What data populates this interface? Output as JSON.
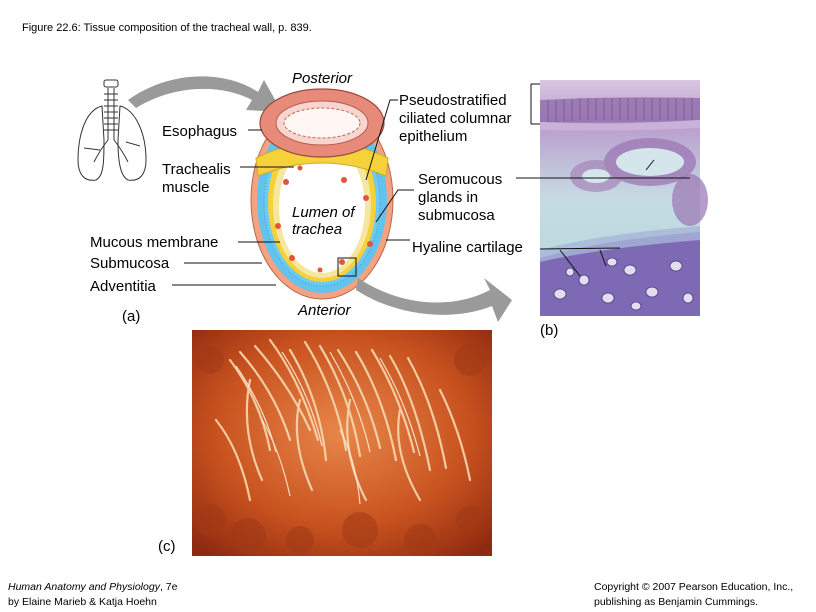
{
  "figure": {
    "title": "Figure 22.6: Tissue composition of the tracheal wall, p. 839."
  },
  "panel_a": {
    "tag": "(a)",
    "posterior": "Posterior",
    "anterior": "Anterior",
    "esophagus": "Esophagus",
    "trachealis_line1": "Trachealis",
    "trachealis_line2": "muscle",
    "lumen_line1": "Lumen of",
    "lumen_line2": "trachea",
    "mucous_membrane": "Mucous membrane",
    "submucosa": "Submucosa",
    "adventitia": "Adventitia"
  },
  "panel_b": {
    "tag": "(b)",
    "pseudo_line1": "Pseudostratified",
    "pseudo_line2": "ciliated columnar",
    "pseudo_line3": "epithelium",
    "sero_line1": "Seromucous",
    "sero_line2": "glands in",
    "sero_line3": "submucosa",
    "hyaline": "Hyaline cartilage"
  },
  "panel_c": {
    "tag": "(c)"
  },
  "footer": {
    "book_title": "Human Anatomy and Physiology",
    "book_edition": ", 7e",
    "authors": "by Elaine Marieb & Katja Hoehn",
    "copyright_line1": "Copyright © 2007 Pearson Education, Inc.,",
    "copyright_line2": "publishing as Benjamin Cummings."
  },
  "colors": {
    "esophagus": "#e88a7a",
    "trachealis": "#f5d13a",
    "mucosa": "#f6e7a0",
    "cartilage": "#63c3ef",
    "adventitia": "#f4a27f",
    "arrow": "#9a9a9a",
    "histology_bg": "#b8d2dc",
    "sem_bg": "#c2451e"
  }
}
